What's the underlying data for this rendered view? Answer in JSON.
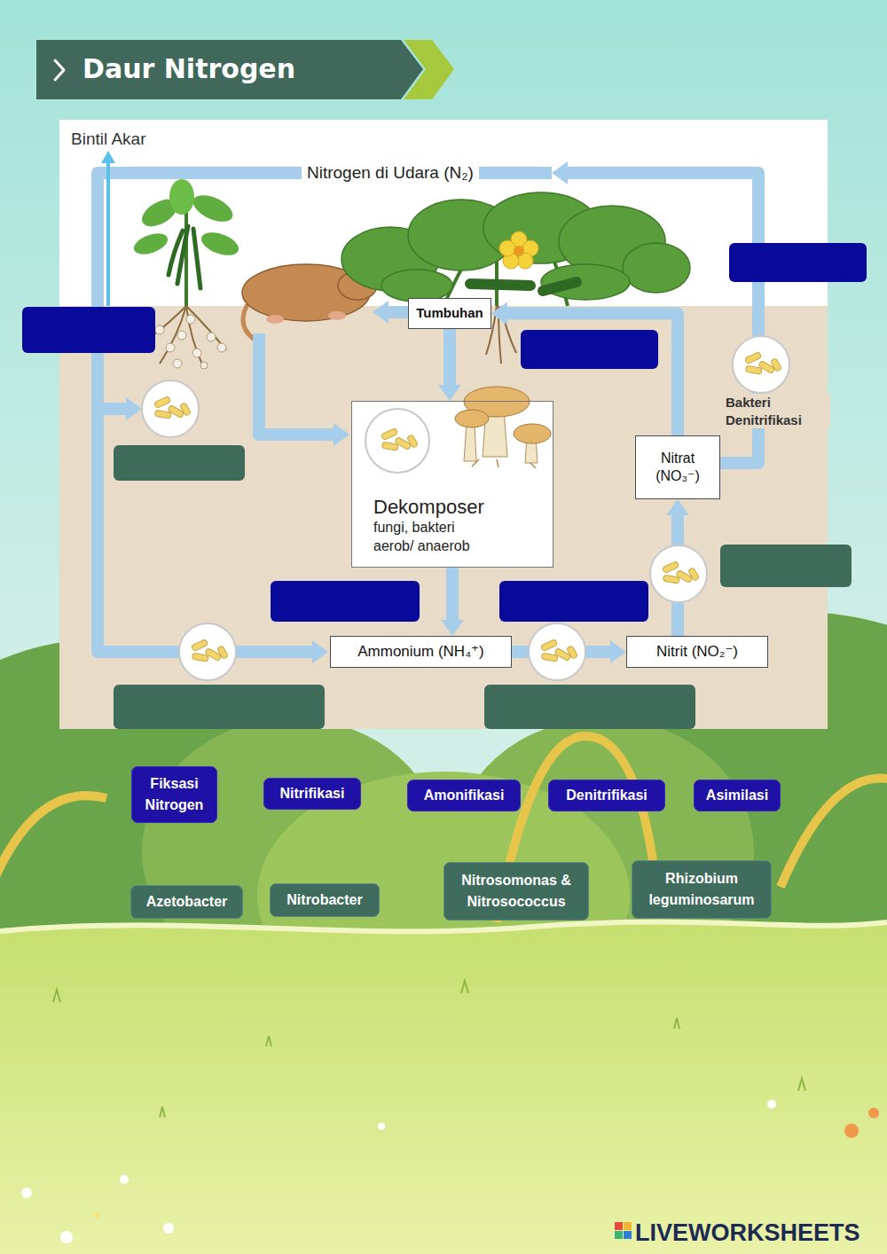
{
  "diagram": {
    "title": "Daur Nitrogen",
    "nodes": [
      {
        "text": [
          "Tumbuhan"
        ]
      },
      {
        "text": [
          "Dekomposer",
          "fungi, bakteri aerob/ anaerob"
        ]
      },
      {
        "text": [
          "Ammonium (NH₄⁺)"
        ]
      },
      {
        "text": [
          "Nitrit (NO₂⁻)"
        ]
      },
      {
        "text": [
          "Nitrat (NO₃⁻)"
        ]
      },
      {
        "text": [
          "Fiksasi Nitrogen"
        ]
      },
      {
        "text": [
          "Nitrifikasi"
        ]
      },
      {
        "text": [
          "Amonifikasi"
        ]
      },
      {
        "text": [
          "Denitrifikasi"
        ]
      },
      {
        "text": [
          "Asimilasi"
        ]
      },
      {
        "text": [
          "Azetobacter"
        ]
      },
      {
        "text": [
          "Nitrobacter"
        ]
      },
      {
        "text": [
          "Nitrosomonas & Nitrosococcus"
        ]
      },
      {
        "text": [
          "Rhizobium leguminosarum"
        ]
      }
    ],
    "edges": [
      {
        "from": 0,
        "to": 1,
        "arrow": "to"
      },
      {
        "from": 1,
        "to": 2,
        "arrow": "to"
      },
      {
        "from": 2,
        "to": 3,
        "arrow": "to"
      },
      {
        "from": 3,
        "to": 4,
        "arrow": "to"
      },
      {
        "from": 4,
        "to": 0,
        "arrow": "to"
      }
    ],
    "labels": [
      "Bintil Akar",
      "Nitrogen di Udara (N₂)",
      "Bakteri Denitrifikasi",
      "LIVEWORKSHEETS"
    ]
  }
}
